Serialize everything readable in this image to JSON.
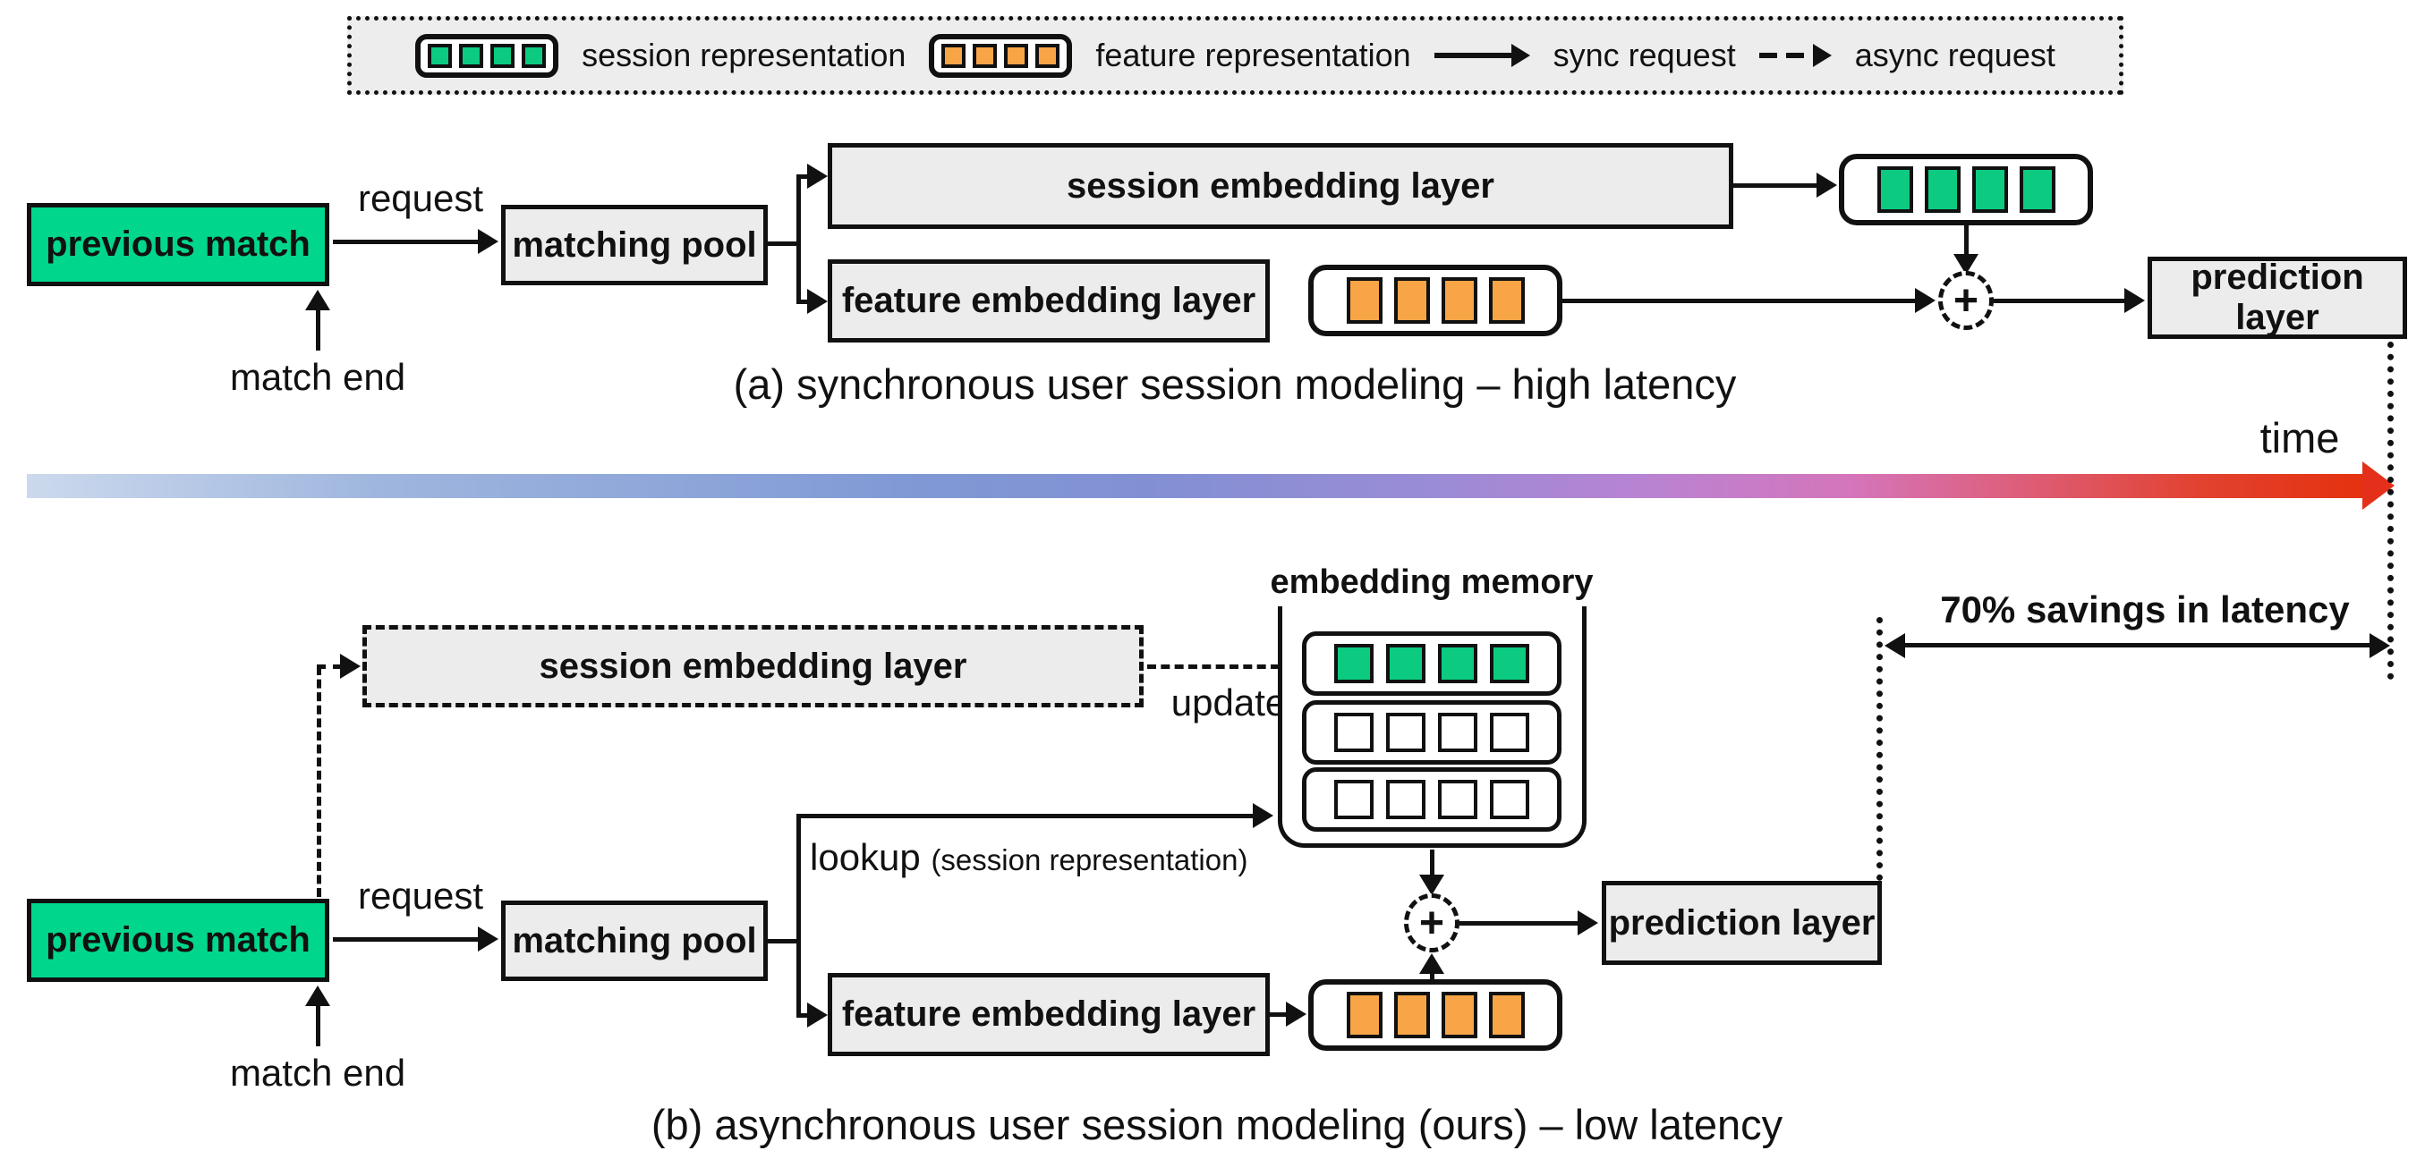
{
  "legend": {
    "session_label": "session representation",
    "feature_label": "feature representation",
    "sync_label": "sync request",
    "async_label": "async request"
  },
  "colors": {
    "match_green": "#00d78c",
    "token_green": "#0ccb81",
    "token_orange": "#f7a546",
    "box_gray": "#ececec",
    "line_black": "#111111",
    "time_arrow_red": "#e4301b",
    "time_arrow_blue": "#ccd9ed"
  },
  "diagram_a": {
    "previous_match": "previous match",
    "request": "request",
    "match_end": "match end",
    "matching_pool": "matching pool",
    "session_embedding_layer": "session embedding layer",
    "feature_embedding_layer": "feature embedding layer",
    "prediction_layer": "prediction layer",
    "plus": "+",
    "caption": "(a) synchronous user session modeling – high latency"
  },
  "timeline": {
    "time_label": "time",
    "savings_label": "70% savings in latency"
  },
  "diagram_b": {
    "previous_match": "previous match",
    "request": "request",
    "match_end": "match end",
    "matching_pool": "matching pool",
    "session_embedding_layer": "session embedding layer",
    "update": "update",
    "embedding_memory": "embedding memory",
    "lookup": "lookup",
    "lookup_note": "(session representation)",
    "feature_embedding_layer": "feature embedding layer",
    "prediction_layer": "prediction layer",
    "plus": "+",
    "caption": "(b) asynchronous user session modeling (ours) – low latency"
  }
}
